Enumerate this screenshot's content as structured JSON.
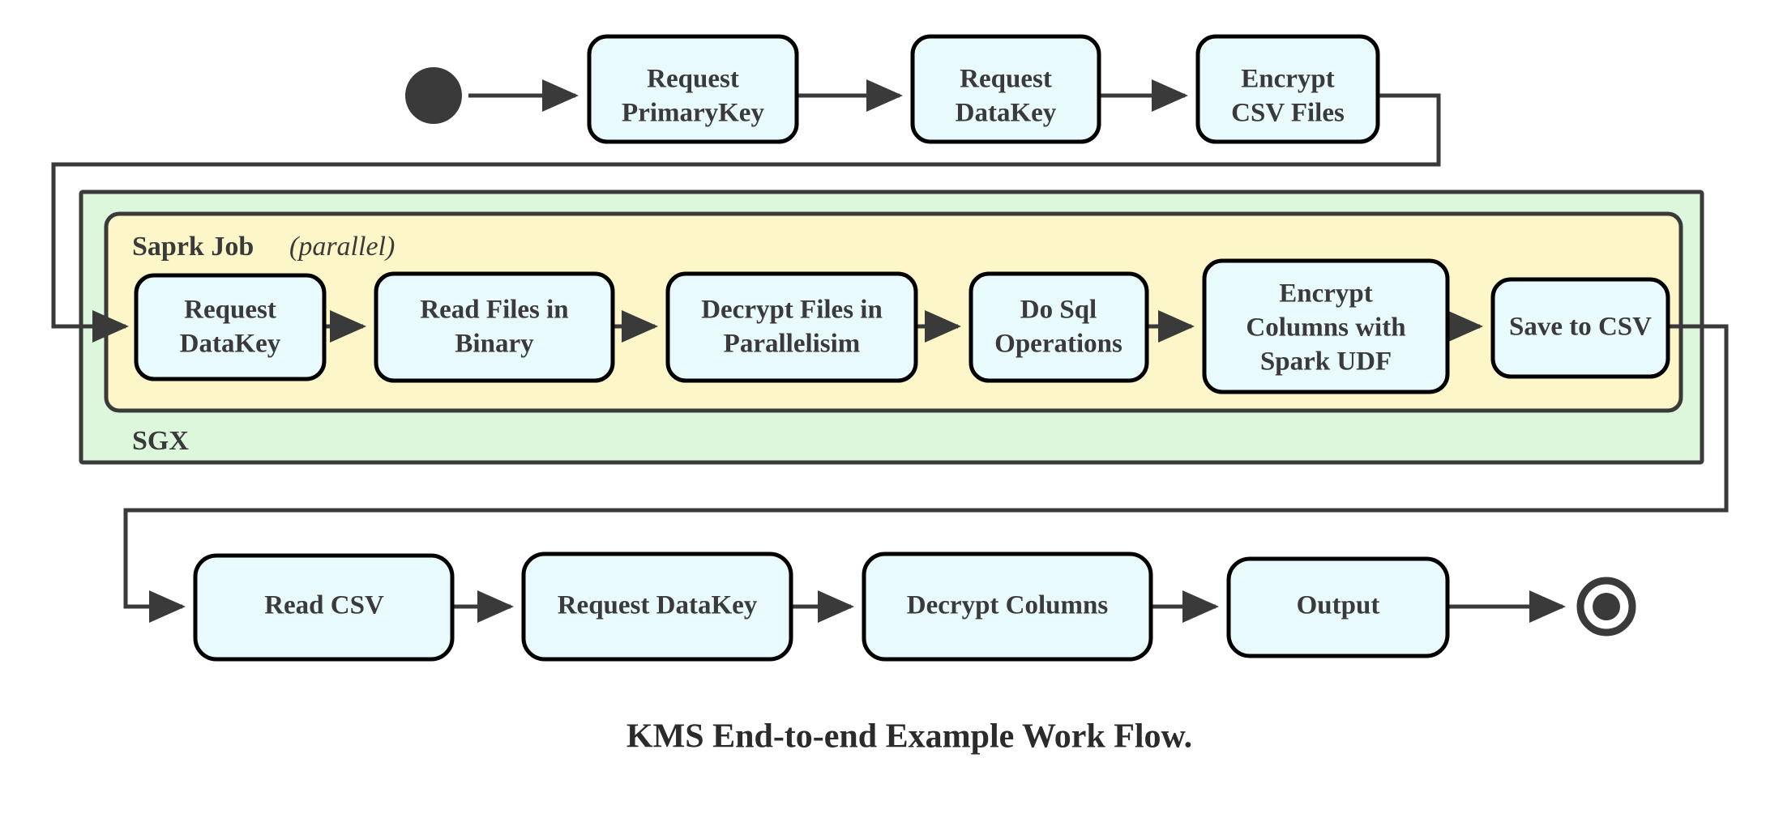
{
  "diagram": {
    "caption": "KMS End-to-end Example Work Flow.",
    "colors": {
      "node_fill": "#e9fafd",
      "node_stroke": "#000000",
      "sgx_fill": "#ddf7dd",
      "spark_fill": "#fdf6c8",
      "edge": "#3a3a3a",
      "text": "#3a3a3a",
      "background": "#ffffff"
    },
    "terminals": {
      "start": "start-node",
      "end": "end-node"
    },
    "containers": {
      "sgx": {
        "label": "SGX"
      },
      "spark": {
        "label_bold": "Saprk Job",
        "label_italic": "(parallel)"
      }
    },
    "rows": {
      "top": [
        {
          "id": "request-primarykey",
          "lines": [
            "Request",
            "PrimaryKey"
          ]
        },
        {
          "id": "request-datakey-top",
          "lines": [
            "Request",
            "DataKey"
          ]
        },
        {
          "id": "encrypt-csv-files",
          "lines": [
            "Encrypt",
            "CSV Files"
          ]
        }
      ],
      "spark": [
        {
          "id": "request-datakey-spark",
          "lines": [
            "Request",
            "DataKey"
          ]
        },
        {
          "id": "read-files-in-binary",
          "lines": [
            "Read Files in",
            "Binary"
          ]
        },
        {
          "id": "decrypt-files-in-parallelisim",
          "lines": [
            "Decrypt Files in",
            "Parallelisim"
          ]
        },
        {
          "id": "do-sql-operations",
          "lines": [
            "Do Sql",
            "Operations"
          ]
        },
        {
          "id": "encrypt-columns-with-spark-udf",
          "lines": [
            "Encrypt",
            "Columns with",
            "Spark UDF"
          ]
        },
        {
          "id": "save-to-csv",
          "lines": [
            "Save to CSV"
          ]
        }
      ],
      "bottom": [
        {
          "id": "read-csv",
          "lines": [
            "Read CSV"
          ]
        },
        {
          "id": "request-datakey-bottom",
          "lines": [
            "Request DataKey"
          ]
        },
        {
          "id": "decrypt-columns",
          "lines": [
            "Decrypt Columns"
          ]
        },
        {
          "id": "output",
          "lines": [
            "Output"
          ]
        }
      ]
    }
  }
}
